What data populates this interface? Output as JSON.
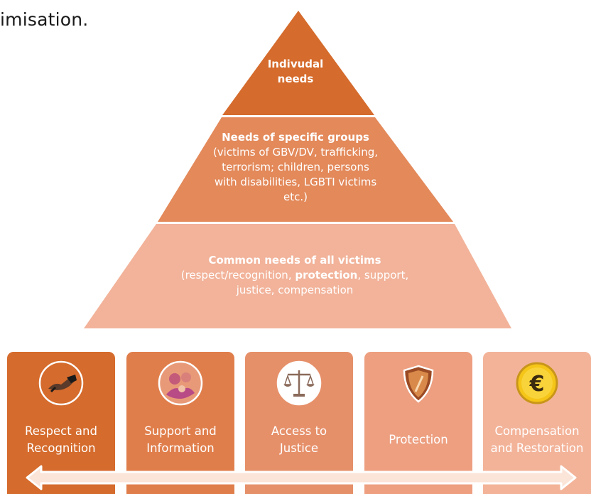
{
  "top_text": "imisation.",
  "pyramid": {
    "tier1": {
      "title_line1": "Indivudal",
      "title_line2": "needs"
    },
    "tier2": {
      "title": "Needs of specific groups",
      "line1": "(victims of GBV/DV, trafficking,",
      "line2": "terrorism; children, persons",
      "line3": "with disabilities, LGBTI victims",
      "line4": "etc.)"
    },
    "tier3": {
      "title": "Common needs of all victims",
      "line1_a": "(respect/recognition, ",
      "line1_b": "protection",
      "line1_c": ", support,",
      "line2": "justice, compensation"
    }
  },
  "boxes": [
    {
      "line1": "Respect and",
      "line2": "Recognition",
      "icon": "handshake-icon"
    },
    {
      "line1": "Support and",
      "line2": "Information",
      "icon": "support-people-icon"
    },
    {
      "line1": "Access to",
      "line2": "Justice",
      "icon": "scales-icon"
    },
    {
      "line1": "Protection",
      "line2": "",
      "icon": "shield-icon"
    },
    {
      "line1": "Compensation",
      "line2": "and Restoration",
      "icon": "euro-coin-icon"
    }
  ],
  "colors": {
    "tier1": "#d56b2c",
    "tier2": "#e3895a",
    "tier3": "#f2b39a",
    "box1": "#d56b2c",
    "box2": "#e07e4b",
    "box3": "#e6906a",
    "box4": "#ed9f80",
    "box5": "#f3b399"
  }
}
